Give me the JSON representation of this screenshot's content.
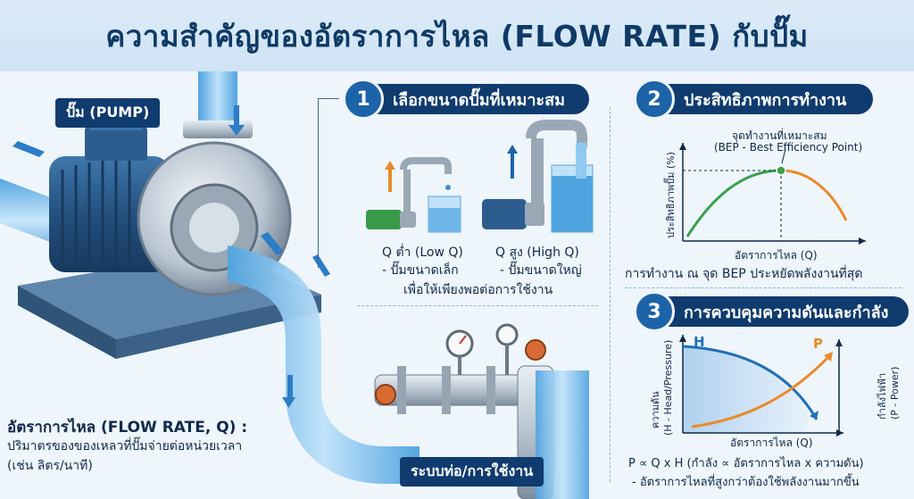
{
  "title": "ความสำคัญของอัตราการไหล (FLOW RATE) กับปั๊ม",
  "pump": {
    "tag": "ปั๊ม (PUMP)",
    "flow_label": "อัตราการไหล (FLOW RATE, Q) :",
    "flow_desc_1": "ปริมาตรของของเหลวที่ปั๊มจ่ายต่อหน่วยเวลา",
    "flow_desc_2": "(เช่น ลิตร/นาที)",
    "pipe_tag": "ระบบท่อ/การใช้งาน"
  },
  "section1": {
    "num": "1",
    "title": "เลือกขนาดปั๊มที่เหมาะสม",
    "low_q": "Q ต่ำ (Low Q)",
    "low_q_desc": "- ปั๊มขนาดเล็ก",
    "high_q": "Q สูง (High Q)",
    "high_q_desc": "- ปั๊มขนาดใหญ่",
    "footer": "เพื่อให้เพียงพอต่อการใช้งาน"
  },
  "section2": {
    "num": "2",
    "title": "ประสิทธิภาพการทำงาน",
    "bep_label_1": "จุดทำงานที่เหมาะสม",
    "bep_label_2": "(BEP - Best Efficiency Point)",
    "y_label": "ประสิทธิภาพปั๊ม (%)",
    "x_label": "อัตราการไหล (Q)",
    "footer": "การทำงาน ณ จุด BEP ประหยัดพลังงานที่สุด"
  },
  "section3": {
    "num": "3",
    "title": "การควบคุมความดันและกำลัง",
    "h_label": "H",
    "p_label": "P",
    "y_left_1": "ความดัน",
    "y_left_2": "(H - Head/Pressure)",
    "y_right_1": "กำลังไฟฟ้า",
    "y_right_2": "(P - Power)",
    "x_label": "อัตราการไหล (Q)",
    "formula": "P ∝ Q x H (กำลัง ∝ อัตราการไหล x ความดัน)",
    "note": "- อัตราการไหลที่สูงกว่าต้องใช้พลังงานมากขึ้น"
  },
  "colors": {
    "navy": "#0f3b6e",
    "accent_blue": "#1d63a8",
    "water": "#6fb7e8",
    "green_curve": "#3aa14a",
    "orange_curve": "#e98a2a",
    "blue_curve": "#1f6fb5"
  }
}
